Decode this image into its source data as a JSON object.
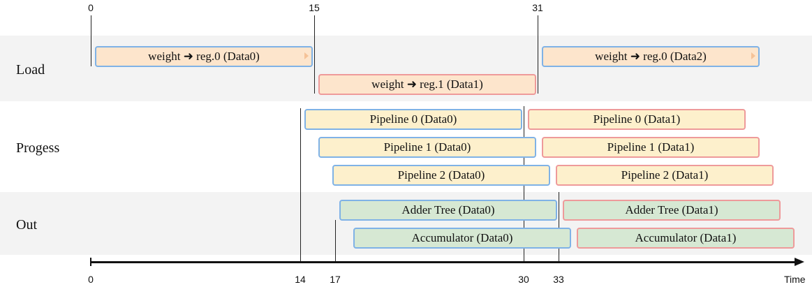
{
  "lanes": [
    {
      "label": "Load"
    },
    {
      "label": "Progess"
    },
    {
      "label": "Out"
    }
  ],
  "tasks": [
    {
      "label": "weight ➜ reg.0 (Data0)",
      "start": 0.3,
      "end": 15.9,
      "row": 0,
      "color": "#7fb2e6",
      "fill": "#fde5cc",
      "arrow": true
    },
    {
      "label": "weight ➜ reg.1 (Data1)",
      "start": 16.3,
      "end": 31.9,
      "row": 1,
      "color": "#ee9a9a",
      "fill": "#fde5cc",
      "arrow": false
    },
    {
      "label": "weight ➜ reg.0 (Data2)",
      "start": 32.3,
      "end": 47.9,
      "row": 0,
      "color": "#7fb2e6",
      "fill": "#fde5cc",
      "arrow": true
    },
    {
      "label": "Pipeline 0 (Data0)",
      "start": 15.3,
      "end": 30.9,
      "row": 2,
      "color": "#7fb2e6",
      "fill": "#fdf0cc"
    },
    {
      "label": "Pipeline 1 (Data0)",
      "start": 16.3,
      "end": 31.9,
      "row": 3,
      "color": "#7fb2e6",
      "fill": "#fdf0cc"
    },
    {
      "label": "Pipeline 2 (Data0)",
      "start": 17.3,
      "end": 32.9,
      "row": 4,
      "color": "#7fb2e6",
      "fill": "#fdf0cc"
    },
    {
      "label": "Pipeline 0 (Data1)",
      "start": 31.3,
      "end": 46.9,
      "row": 2,
      "color": "#ee9a9a",
      "fill": "#fdf0cc"
    },
    {
      "label": "Pipeline 1 (Data1)",
      "start": 32.3,
      "end": 47.9,
      "row": 3,
      "color": "#ee9a9a",
      "fill": "#fdf0cc"
    },
    {
      "label": "Pipeline 2 (Data1)",
      "start": 33.3,
      "end": 48.9,
      "row": 4,
      "color": "#ee9a9a",
      "fill": "#fdf0cc"
    },
    {
      "label": "Adder Tree (Data0)",
      "start": 17.8,
      "end": 33.4,
      "row": 5,
      "color": "#7fb2e6",
      "fill": "#d6e8d3"
    },
    {
      "label": "Accumulator (Data0)",
      "start": 18.8,
      "end": 34.4,
      "row": 6,
      "color": "#7fb2e6",
      "fill": "#d6e8d3"
    },
    {
      "label": "Adder Tree (Data1)",
      "start": 33.8,
      "end": 49.4,
      "row": 5,
      "color": "#ee9a9a",
      "fill": "#d6e8d3"
    },
    {
      "label": "Accumulator (Data1)",
      "start": 34.8,
      "end": 50.4,
      "row": 6,
      "color": "#ee9a9a",
      "fill": "#d6e8d3"
    }
  ],
  "top_markers": [
    {
      "label": "0",
      "t": 0
    },
    {
      "label": "15",
      "t": 16
    },
    {
      "label": "31",
      "t": 32
    }
  ],
  "bottom_markers": [
    {
      "label": "0",
      "t": 0
    },
    {
      "label": "14",
      "t": 15
    },
    {
      "label": "17",
      "t": 17.5
    },
    {
      "label": "30",
      "t": 31
    },
    {
      "label": "33",
      "t": 33.5
    }
  ],
  "axis": {
    "title": "Time"
  }
}
